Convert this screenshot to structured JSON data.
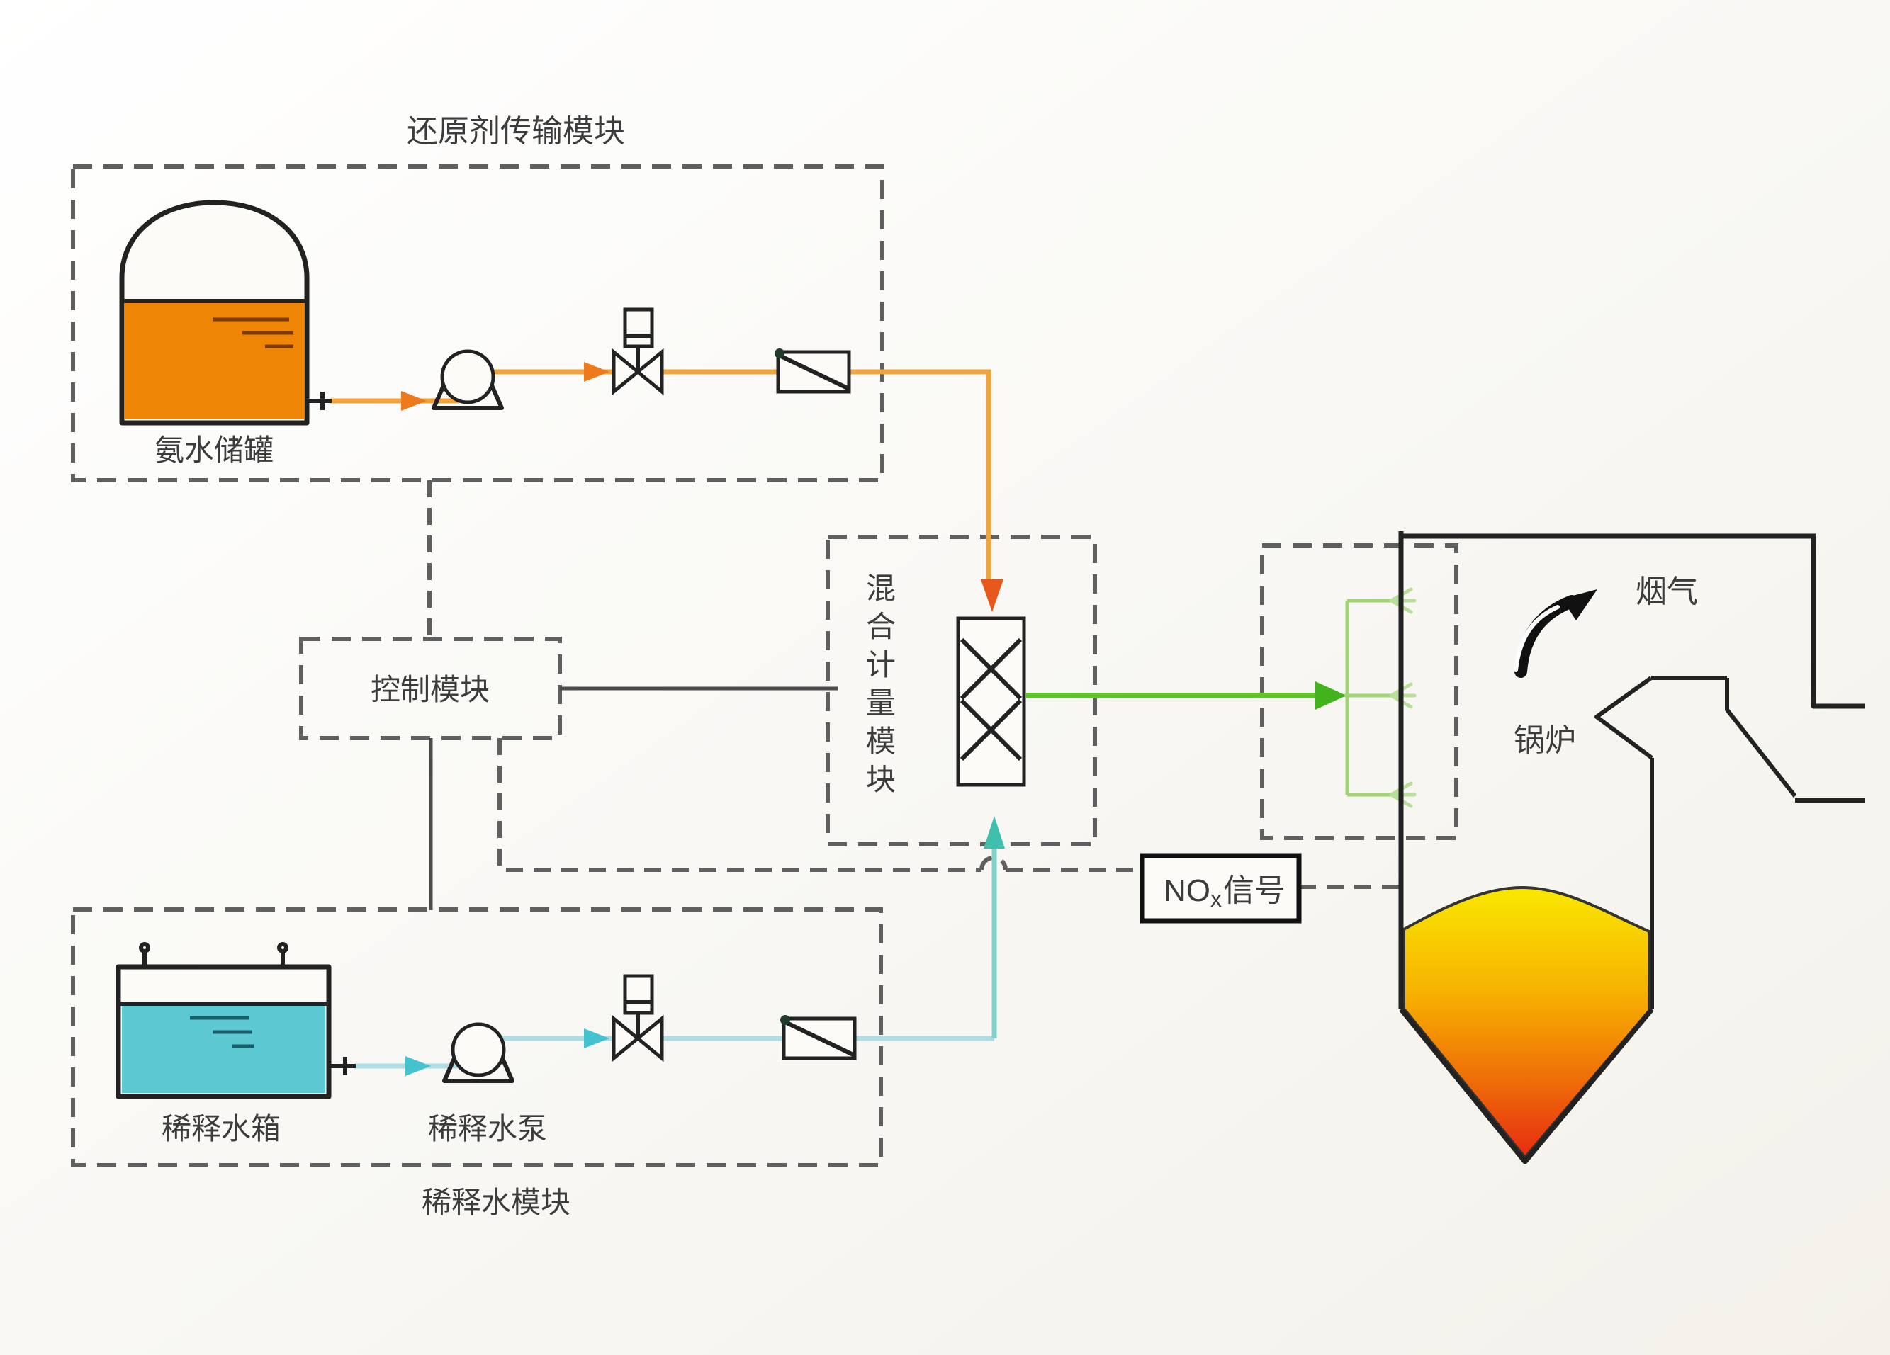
{
  "modules": {
    "reductant": {
      "label": "还原剂传输模块",
      "tank_label": "氨水储罐"
    },
    "control": {
      "label": "控制模块"
    },
    "mixing": {
      "label_chars": [
        "混",
        "合",
        "计",
        "量",
        "模",
        "块"
      ]
    },
    "dilution": {
      "label": "稀释水模块",
      "tank_label": "稀释水箱",
      "pump_label": "稀释水泵"
    },
    "nox_signal": {
      "prefix": "NO",
      "sub": "x",
      "suffix": "信号"
    },
    "boiler": {
      "label": "锅炉",
      "flue_gas_label": "烟气"
    }
  },
  "colors": {
    "ammonia_liquid": "#ef8504",
    "water": "#5bc8d2",
    "pipe_orange": "#f1a33c",
    "arrow_orange": "#ee7a1e",
    "arrow_orange_dark": "#e8581c",
    "pipe_cyan": "#aedee3",
    "arrow_cyan": "#44c3cf",
    "pipe_teal": "#83d2c9",
    "arrow_teal": "#3fbfae",
    "pipe_green": "#62c52e",
    "arrow_green": "#42b31c",
    "manifold_green": "#a2d473",
    "nozzle_green": "#b8de9a",
    "flame_top": "#f9e800",
    "flame_mid1": "#f7b300",
    "flame_mid2": "#ef7008",
    "flame_bottom": "#e62c12",
    "dash_gray": "#5f5f5f",
    "line_dark": "#222222"
  }
}
